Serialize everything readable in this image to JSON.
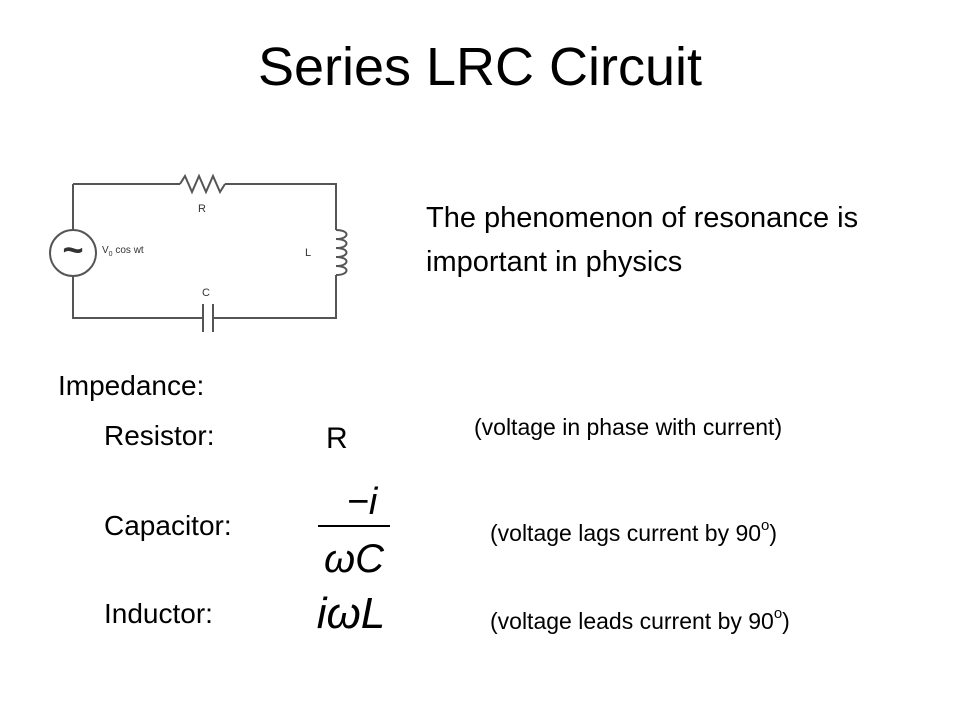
{
  "slide": {
    "title": "Series LRC Circuit",
    "intro": "The phenomenon of resonance is important in physics"
  },
  "circuit": {
    "source_label": "V",
    "source_subscript": "0",
    "source_suffix": " cos wt",
    "resistor_label": "R",
    "inductor_label": "L",
    "capacitor_label": "C",
    "source_symbol": "~"
  },
  "impedance": {
    "heading": "Impedance:",
    "resistor": {
      "label": "Resistor:",
      "value": "R",
      "note": "(voltage in phase with current)"
    },
    "capacitor": {
      "label": "Capacitor:",
      "numerator": "−i",
      "denominator_omega": "ω",
      "denominator_c": "C",
      "note_text": "(voltage lags current by 90",
      "note_sup": "o",
      "note_end": ")"
    },
    "inductor": {
      "label": "Inductor:",
      "formula_i": "i",
      "formula_omega": "ω",
      "formula_l": "L",
      "note_text": "(voltage leads current by 90",
      "note_sup": "o",
      "note_end": ")"
    }
  }
}
